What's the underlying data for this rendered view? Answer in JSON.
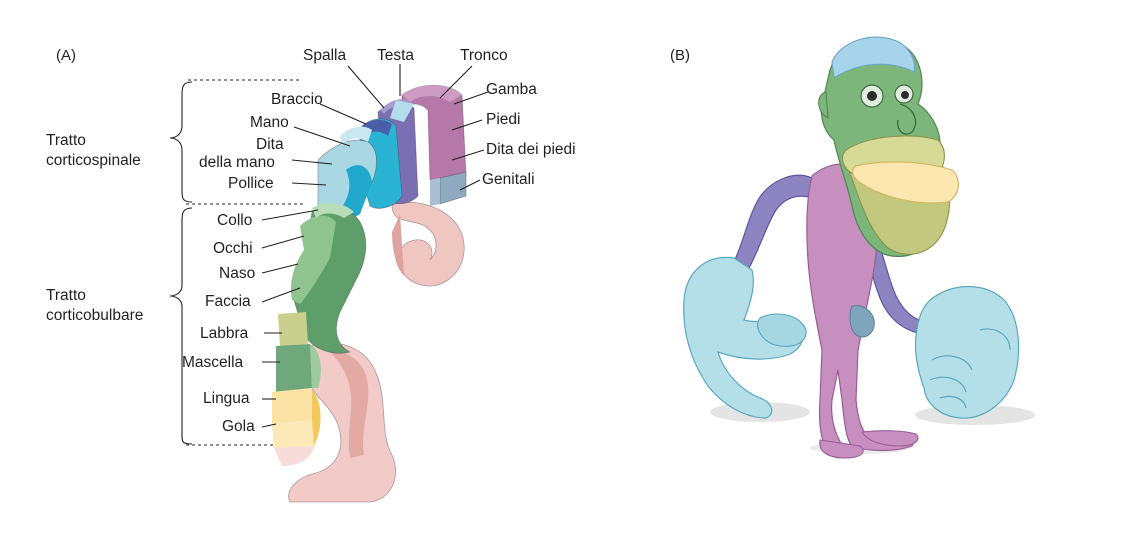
{
  "panels": {
    "a": "(A)",
    "b": "(B)"
  },
  "groups": {
    "corticospinal": [
      "Tratto",
      "corticospinale"
    ],
    "corticobulbar": [
      "Tratto",
      "corticobulbare"
    ]
  },
  "labels": {
    "spalla": "Spalla",
    "testa": "Testa",
    "tronco": "Tronco",
    "gamba": "Gamba",
    "piedi": "Piedi",
    "dita_piedi": "Dita dei piedi",
    "genitali": "Genitali",
    "braccio": "Braccio",
    "mano": "Mano",
    "dita_mano": [
      "Dita",
      "della mano"
    ],
    "pollice": "Pollice",
    "collo": "Collo",
    "occhi": "Occhi",
    "naso": "Naso",
    "faccia": "Faccia",
    "labbra": "Labbra",
    "mascella": "Mascella",
    "lingua": "Lingua",
    "gola": "Gola"
  },
  "colors": {
    "leg_purple": "#b578a8",
    "trunk_violet": "#7a6fb3",
    "arm_blue": "#2ab3d2",
    "hand_lightblue": "#a9d8e4",
    "face_green": "#5e9e6a",
    "face_lightgreen": "#8fc48f",
    "lip_olive": "#c9cf8c",
    "tongue_yellow": "#fbe3a6",
    "gyrus_pink": "#e9b7b4",
    "genital_steel": "#8fa9bf"
  }
}
